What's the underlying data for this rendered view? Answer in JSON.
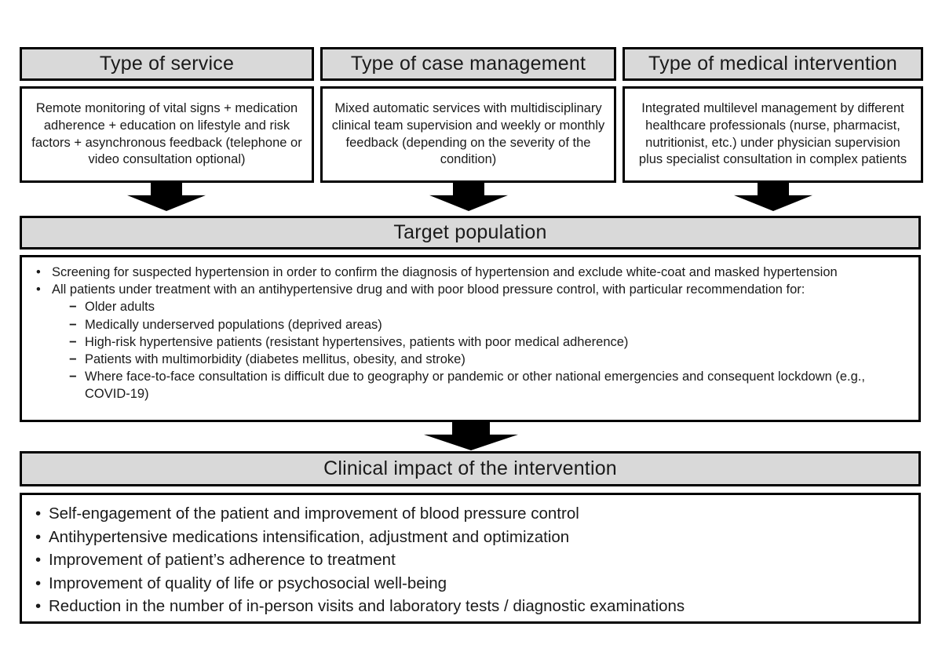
{
  "figure": {
    "type": "flowchart",
    "title_semantic": "Telehealth-based multilevel management of hypertension"
  },
  "colors": {
    "header_fill": "#d9d9d9",
    "border_color": "#000000",
    "arrow_color": "#000000"
  },
  "columns": [
    {
      "header": "Type of service",
      "body": "Remote monitoring of vital signs + medication adherence + education on lifestyle and risk factors + asynchronous feedback (telephone or video consultation optional)"
    },
    {
      "header": "Type of case management",
      "body": "Mixed automatic services with multidisciplinary clinical team supervision and weekly or monthly feedback (depending on the severity of the condition)"
    },
    {
      "header": "Type of medical intervention",
      "body": "Integrated multilevel management by different healthcare professionals (nurse, pharmacist, nutritionist, etc.) under physician supervision plus specialist consultation in complex patients"
    }
  ],
  "target_population": {
    "header": "Target population",
    "bullet_glyph": "•",
    "sub_bullet_glyph": "−",
    "bullets": [
      "Screening for suspected hypertension in order to confirm the diagnosis of hypertension and exclude white-coat and masked hypertension",
      "All patients under treatment with an antihypertensive drug and with poor blood pressure control, with particular recommendation for:"
    ],
    "sub_bullets": [
      "Older adults",
      "Medically underserved populations (deprived areas)",
      "High-risk hypertensive patients (resistant hypertensives, patients with poor medical adherence)",
      "Patients with multimorbidity (diabetes mellitus, obesity, and stroke)",
      "Where face-to-face consultation is difficult due to geography or pandemic or other national emergencies and consequent lockdown (e.g., COVID-19)"
    ]
  },
  "clinical_impact": {
    "header": "Clinical impact of the intervention",
    "bullet_glyph": "•",
    "bullets": [
      "Self-engagement of the patient and improvement of blood pressure control",
      "Antihypertensive medications intensification, adjustment and optimization",
      "Improvement of patient’s adherence to treatment",
      "Improvement of quality of life or psychosocial well-being",
      "Reduction in the number of in-person visits and laboratory tests / diagnostic examinations"
    ]
  }
}
